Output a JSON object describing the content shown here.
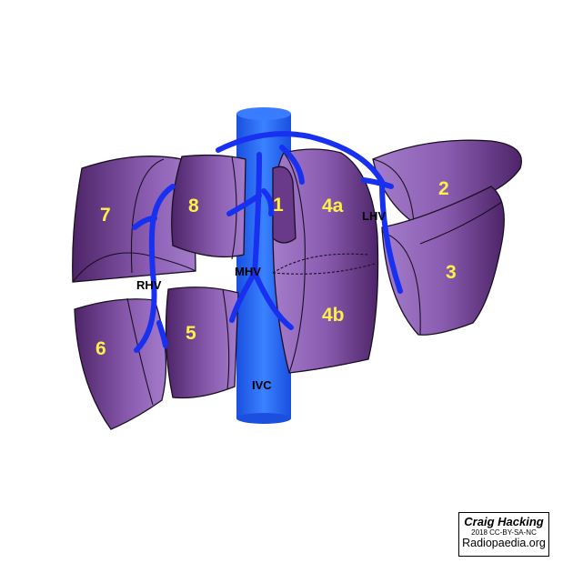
{
  "segments": {
    "s1": "1",
    "s2": "2",
    "s3": "3",
    "s4a": "4a",
    "s4b": "4b",
    "s5": "5",
    "s6": "6",
    "s7": "7",
    "s8": "8"
  },
  "veins": {
    "rhv": "RHV",
    "mhv": "MHV",
    "lhv": "LHV",
    "ivc": "IVC"
  },
  "credit": {
    "author": "Craig Hacking",
    "license": "2018 CC-BY-SA-NC",
    "site": "Radiopaedia.org"
  },
  "colors": {
    "segment": "#8a5cb0",
    "segment_dark": "#4a2266",
    "vein": "#1830f0",
    "ivc": "#2a6cf5",
    "label": "#ffef4a"
  }
}
